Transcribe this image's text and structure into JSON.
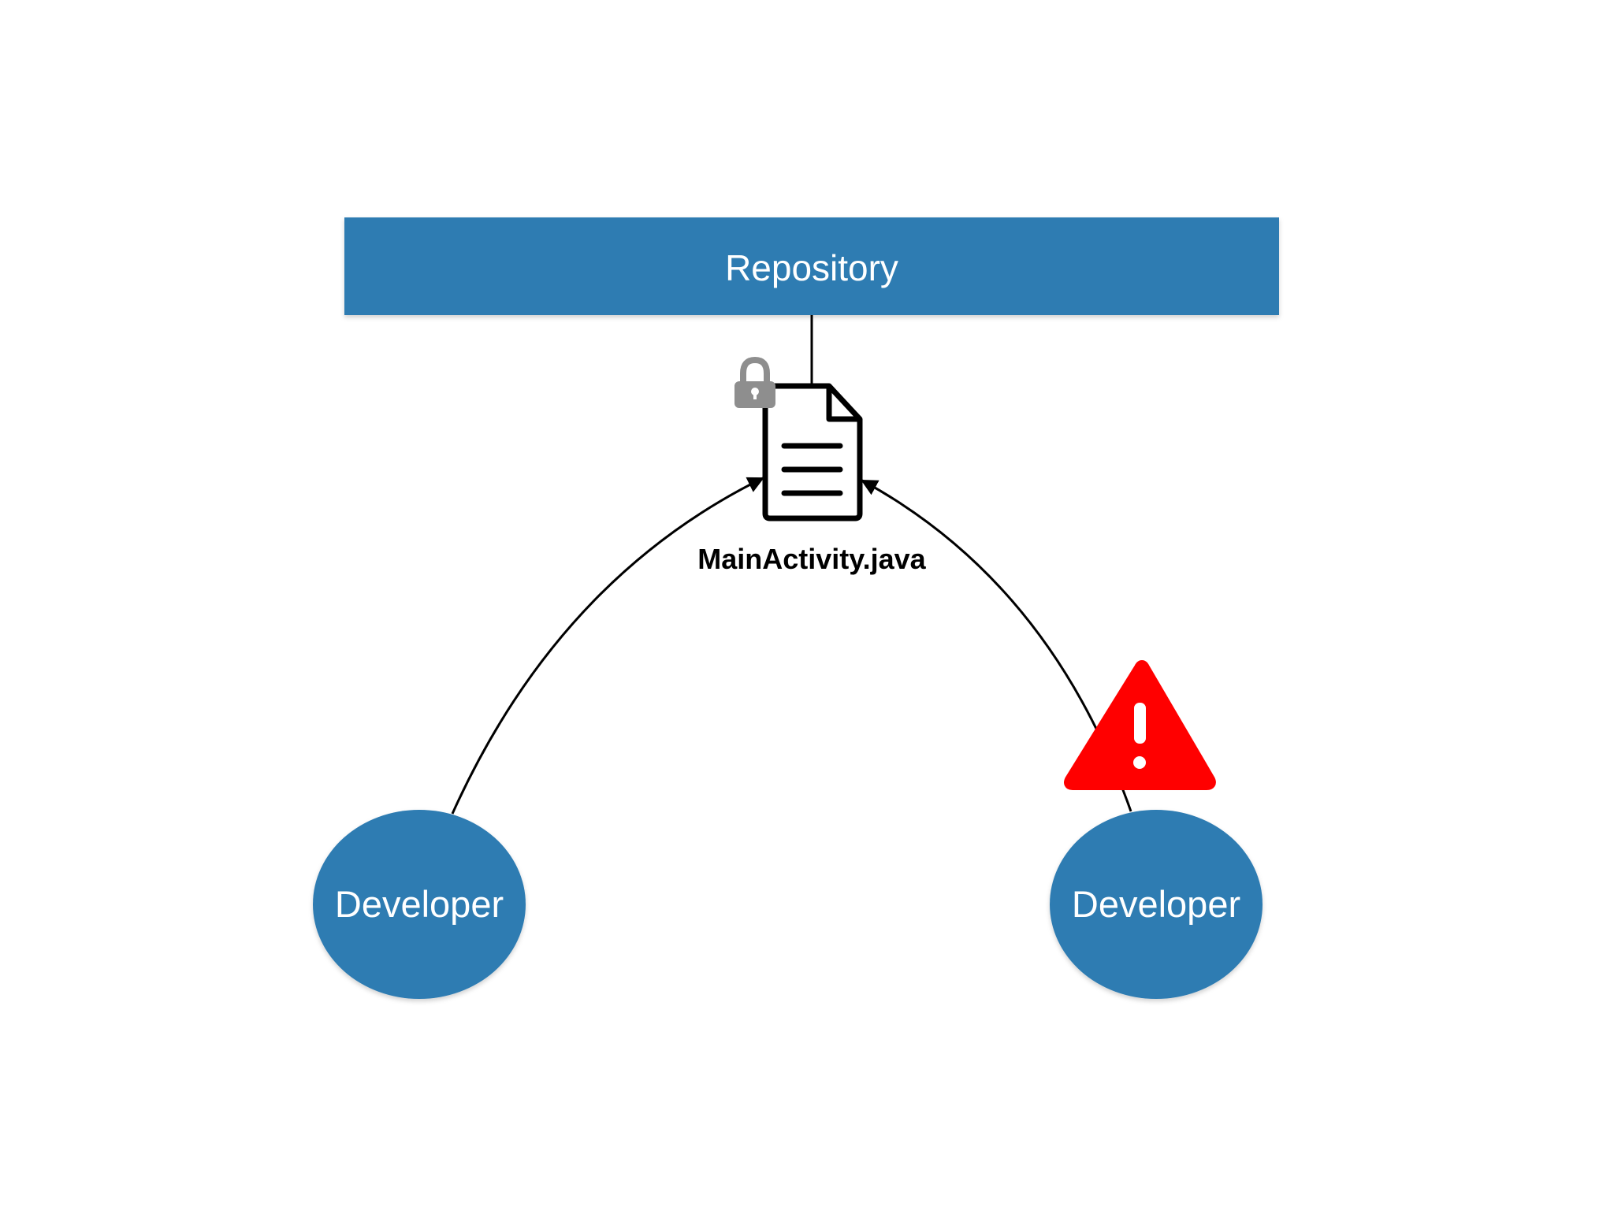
{
  "repository": {
    "label": "Repository"
  },
  "file": {
    "name": "MainActivity.java",
    "icon": "document-icon",
    "status_icon": "lock-icon"
  },
  "developers": [
    {
      "label": "Developer"
    },
    {
      "label": "Developer",
      "status_icon": "warning-icon"
    }
  ],
  "colors": {
    "node_fill": "#2d7bb2",
    "edge": "#000000",
    "lock": "#8e8e8e",
    "warning": "#ff0000"
  }
}
